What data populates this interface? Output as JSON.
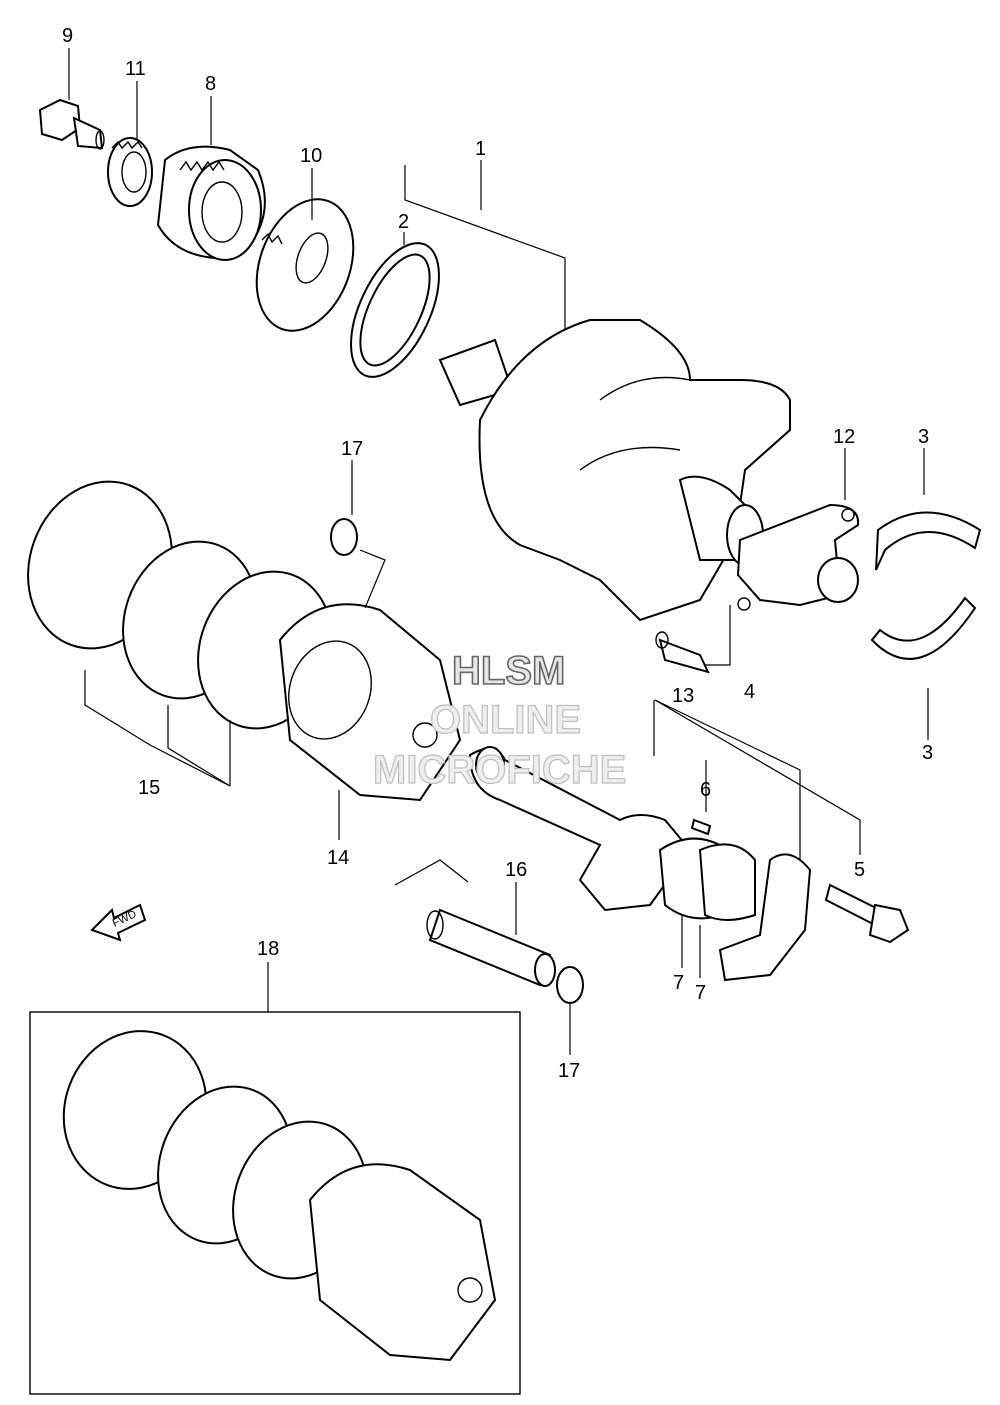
{
  "callouts": {
    "c9": "9",
    "c11": "11",
    "c8": "8",
    "c10": "10",
    "c1": "1",
    "c2": "2",
    "c17a": "17",
    "c12": "12",
    "c3a": "3",
    "c3b": "3",
    "c13": "13",
    "c4": "4",
    "c6": "6",
    "c15": "15",
    "c14": "14",
    "c16": "16",
    "c5": "5",
    "c7a": "7",
    "c7b": "7",
    "c18": "18",
    "c17b": "17"
  },
  "watermark": {
    "line1": "HLSM",
    "line2": "ONLINE",
    "line3": "MICROFICHE"
  },
  "direction_label": "FWD"
}
